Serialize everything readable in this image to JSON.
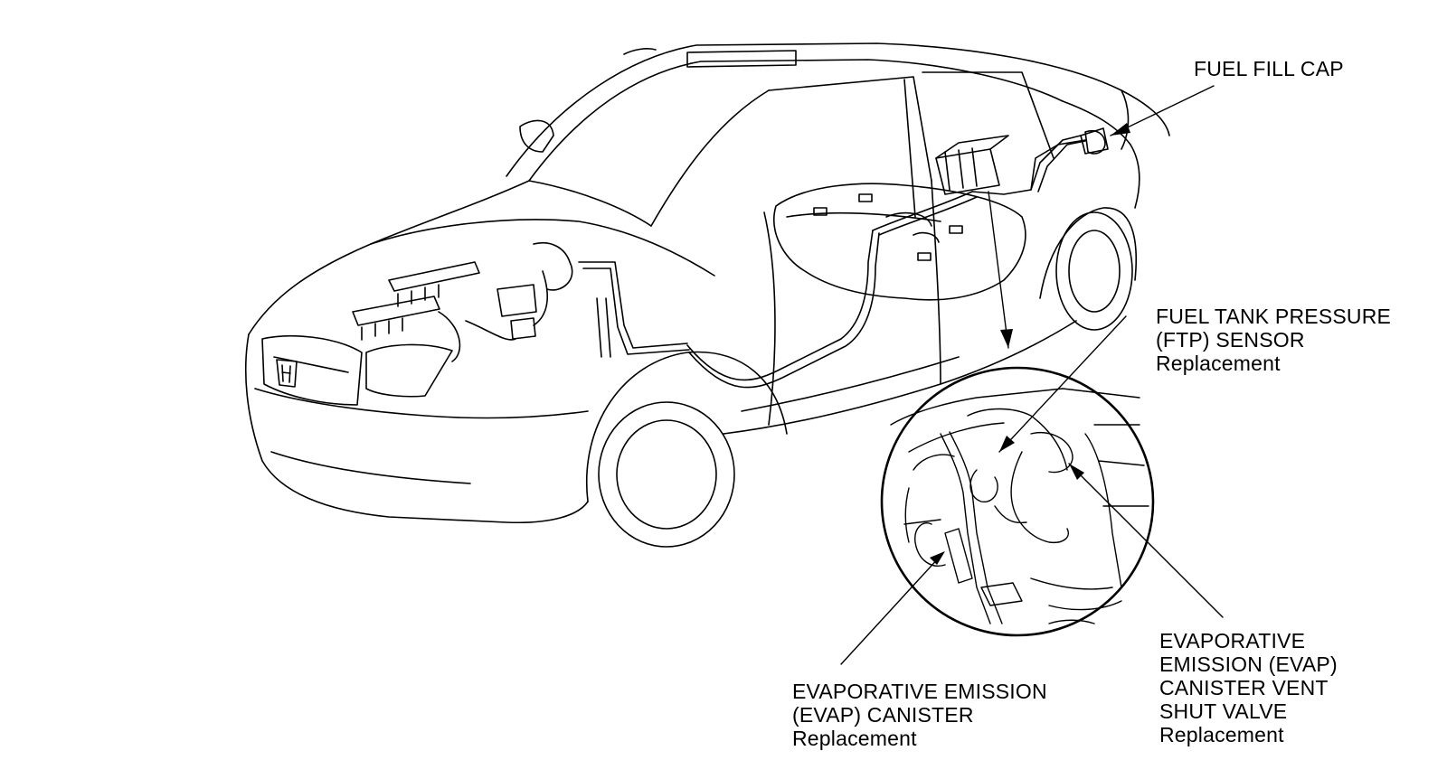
{
  "labels": {
    "fuel_fill_cap": [
      "FUEL FILL CAP"
    ],
    "ftp_sensor": [
      "FUEL TANK PRESSURE",
      "(FTP) SENSOR",
      "Replacement"
    ],
    "evap_canister": [
      "EVAPORATIVE EMISSION",
      "(EVAP) CANISTER",
      "Replacement"
    ],
    "evap_vent_valve": [
      "EVAPORATIVE",
      "EMISSION (EVAP)",
      "CANISTER VENT",
      "SHUT VALVE",
      "Replacement"
    ]
  },
  "colors": {
    "line": "#000000",
    "background": "#ffffff"
  }
}
